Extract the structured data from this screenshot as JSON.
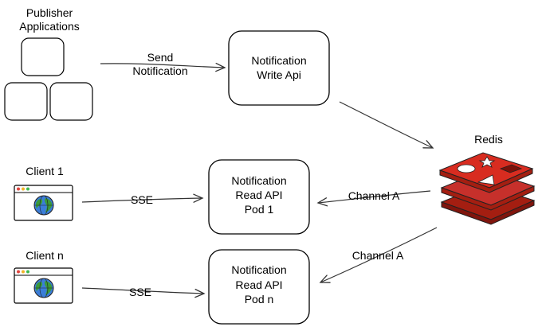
{
  "publisher": {
    "title_line1": "Publisher",
    "title_line2": "Applications"
  },
  "edges": {
    "send_line1": "Send",
    "send_line2": "Notification",
    "sse_1": "SSE",
    "sse_n": "SSE",
    "channel_1": "Channel A",
    "channel_n": "Channel A"
  },
  "write_api": {
    "line1": "Notification",
    "line2": "Write Api"
  },
  "redis": {
    "label": "Redis",
    "color": "#c6302b"
  },
  "read_pod_1": {
    "line1": "Notification",
    "line2": "Read API",
    "line3": "Pod 1"
  },
  "read_pod_n": {
    "line1": "Notification",
    "line2": "Read API",
    "line3": "Pod n"
  },
  "client_1": {
    "label": "Client 1"
  },
  "client_n": {
    "label": "Client n"
  },
  "colors": {
    "browser_dot_red": "#e0443e",
    "browser_dot_yellow": "#f0b429",
    "browser_dot_green": "#3fb950",
    "globe_blue": "#3b7dd8",
    "globe_green": "#3a9a3a"
  }
}
